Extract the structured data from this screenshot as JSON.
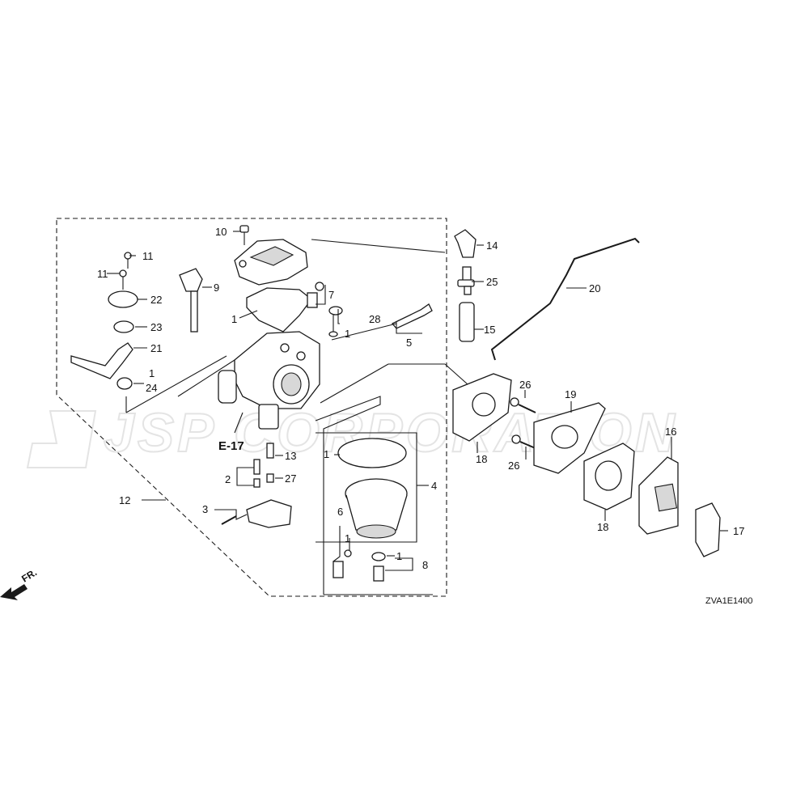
{
  "watermark": {
    "text": "JSP CORPORATION",
    "color": "#e4e4e4"
  },
  "diagram_code": "ZVA1E1400",
  "reference": "E-17",
  "direction": {
    "text": "FR.",
    "icon": "arrow-front-icon"
  },
  "part_numbers": {
    "p1a": "1",
    "p1b": "1",
    "p1c": "1",
    "p1d": "1",
    "p1e": "1",
    "p1f": "1",
    "p2": "2",
    "p3": "3",
    "p4": "4",
    "p5": "5",
    "p6": "6",
    "p7": "7",
    "p8": "8",
    "p9": "9",
    "p10": "10",
    "p11a": "11",
    "p11b": "11",
    "p12": "12",
    "p13": "13",
    "p14": "14",
    "p15": "15",
    "p16": "16",
    "p17": "17",
    "p18a": "18",
    "p18b": "18",
    "p19": "19",
    "p20": "20",
    "p21": "21",
    "p22": "22",
    "p23": "23",
    "p24": "24",
    "p25": "25",
    "p26a": "26",
    "p26b": "26",
    "p27": "27",
    "p28": "28"
  },
  "colors": {
    "line": "#1a1a1a",
    "shade": "#d8d8d8",
    "background": "#ffffff"
  }
}
